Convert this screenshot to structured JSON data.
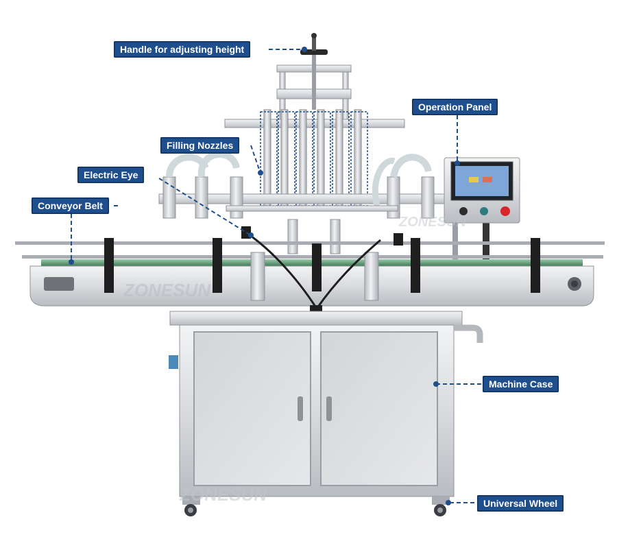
{
  "labels": {
    "handle": "Handle for adjusting height",
    "operation_panel": "Operation Panel",
    "filling_nozzles": "Filling Nozzles",
    "electric_eye": "Electric Eye",
    "conveyor_belt": "Conveyor Belt",
    "machine_case": "Machine Case",
    "universal_wheel": "Universal Wheel"
  },
  "watermark": {
    "text": "ZONESUN"
  },
  "colors": {
    "callout_bg": "#1f4e8c",
    "callout_text": "#ffffff",
    "leader_line": "#1f4e8c",
    "steel_light": "#e3e5e8",
    "steel_mid": "#c6c9cd",
    "steel_dark": "#8f9399",
    "belt_green": "#4f8f6a",
    "bracket_black": "#1e1e1e"
  }
}
